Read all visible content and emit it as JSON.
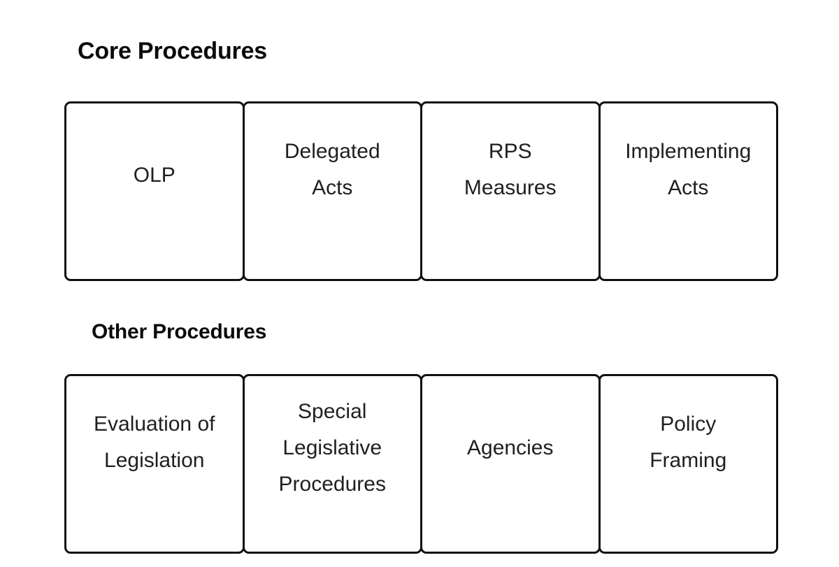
{
  "page": {
    "background_color": "#ffffff",
    "text_color": "#1f1f1f",
    "border_color": "#111111"
  },
  "sections": [
    {
      "heading": "Core Procedures",
      "items": [
        {
          "label": "OLP"
        },
        {
          "label": "Delegated\nActs"
        },
        {
          "label": "RPS\nMeasures"
        },
        {
          "label": "Implementing\nActs"
        }
      ]
    },
    {
      "heading": "Other Procedures",
      "items": [
        {
          "label": "Evaluation of\nLegislation"
        },
        {
          "label": "Special\nLegislative\nProcedures"
        },
        {
          "label": "Agencies"
        },
        {
          "label": "Policy\nFraming"
        }
      ]
    }
  ]
}
